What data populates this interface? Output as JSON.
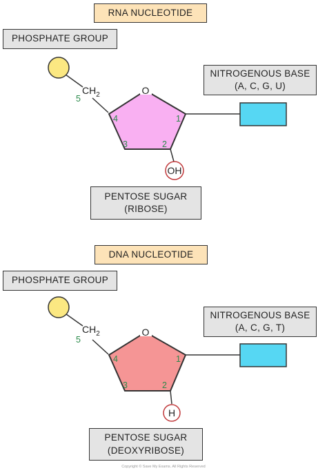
{
  "rna": {
    "title": "RNA NUCLEOTIDE",
    "phosphate_label": "PHOSPHATE GROUP",
    "base_label_line1": "NITROGENOUS BASE",
    "base_label_line2": "(A, C, G, U)",
    "sugar_label_line1": "PENTOSE SUGAR",
    "sugar_label_line2": "(RIBOSE)",
    "ring_oxygen": "O",
    "ch2": "CH",
    "ch2_sub": "2",
    "carbon_5": "5",
    "carbon_4": "4",
    "carbon_3": "3",
    "carbon_2": "2",
    "carbon_1": "1",
    "c2_group": "OH",
    "sugar_color": "#f9b0f2"
  },
  "dna": {
    "title": "DNA NUCLEOTIDE",
    "phosphate_label": "PHOSPHATE GROUP",
    "base_label_line1": "NITROGENOUS BASE",
    "base_label_line2": "(A, C, G, T)",
    "sugar_label_line1": "PENTOSE SUGAR",
    "sugar_label_line2": "(DEOXYRIBOSE)",
    "ring_oxygen": "O",
    "ch2": "CH",
    "ch2_sub": "2",
    "carbon_5": "5",
    "carbon_4": "4",
    "carbon_3": "3",
    "carbon_2": "2",
    "carbon_1": "1",
    "c2_group": "H",
    "sugar_color": "#f59595"
  },
  "colors": {
    "phosphate": "#fbe882",
    "base": "#56d7f3",
    "highlight_circle": "#c0393b",
    "carbon_numbers": "#2a8a4a"
  },
  "copyright": "Copyright © Save My Exams. All Rights Reserved"
}
